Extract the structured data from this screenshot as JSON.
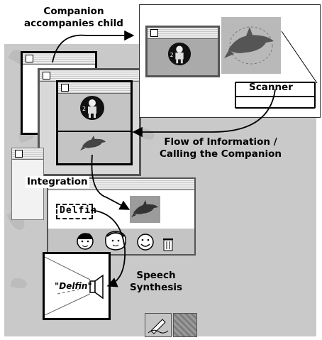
{
  "labels": {
    "companion": "Companion\naccompanies child",
    "scanner": "Scanner",
    "flow": "Flow of Information /\nCalling the Companion",
    "integration": "Integration",
    "speech": "Speech\nSynthesis"
  },
  "fields": {
    "word_field": "Delfin",
    "spoken_word": "\"Delfin\""
  },
  "icons": {
    "robot": "robot-companion-icon",
    "dolphin": "dolphin-icon",
    "speaker": "speaker-icon",
    "pen": "pen-icon",
    "trash": "trash-icon",
    "faces": [
      "boy-face-icon",
      "girl-face-icon",
      "smiley-face-icon"
    ]
  },
  "badge_number": "2",
  "colors": {
    "outline": "#000000",
    "desktop": "#c9c9c9",
    "tile": "#9c9c9c"
  }
}
